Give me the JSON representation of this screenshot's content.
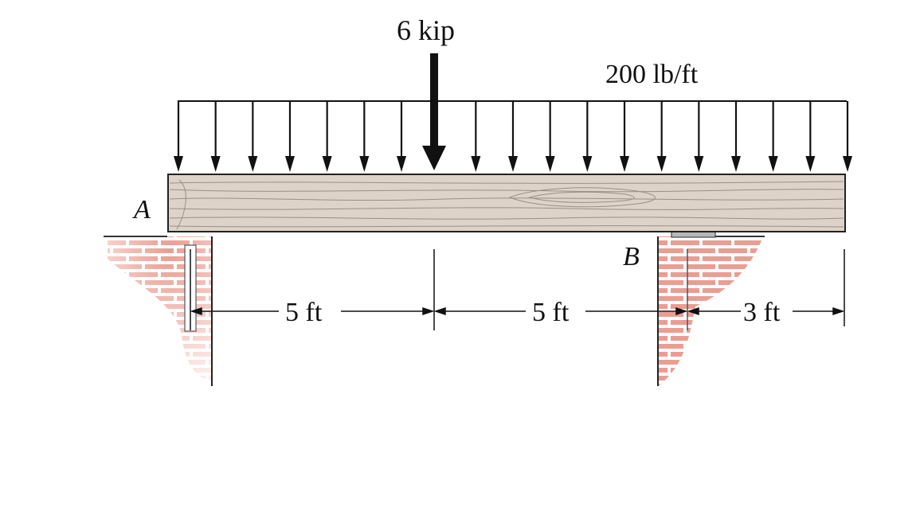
{
  "labels": {
    "point_load": "6 kip",
    "distributed_load": "200 lb/ft",
    "support_a": "A",
    "support_b": "B",
    "dim_1": "5 ft",
    "dim_2": "5 ft",
    "dim_3": "3 ft"
  },
  "colors": {
    "beam_fill": "#ddd3c8",
    "beam_grain": "#8a7f74",
    "brick_fill": "#e89a90",
    "brick_mortar": "#ffffff",
    "bearing_plate": "#b8b8b8",
    "ink": "#111111"
  }
}
